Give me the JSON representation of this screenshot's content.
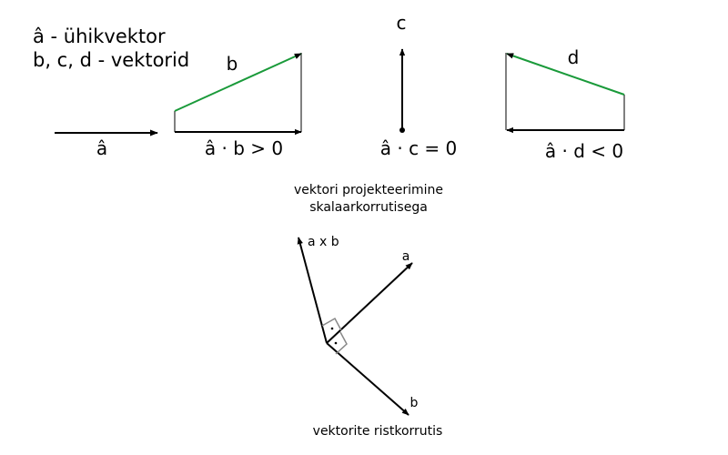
{
  "legend": {
    "line1": "â - ühikvektor",
    "line2": "b, c, d - vektorid"
  },
  "projection": {
    "unit_label": "â",
    "b_label": "b",
    "c_label": "c",
    "d_label": "d",
    "positive_formula": "â · b > 0",
    "zero_formula": "â · c = 0",
    "negative_formula": "â · d < 0",
    "caption_line1": "vektori projekteerimine",
    "caption_line2": "skalaarkorrutisega"
  },
  "cross": {
    "a_label": "a",
    "b_label": "b",
    "axb_label": "a x b",
    "caption": "vektorite ristkorrutis"
  },
  "colors": {
    "vector": "#000000",
    "projected_vector": "#1a9a3a",
    "guide": "#555555",
    "right_angle_mark": "#888888"
  }
}
